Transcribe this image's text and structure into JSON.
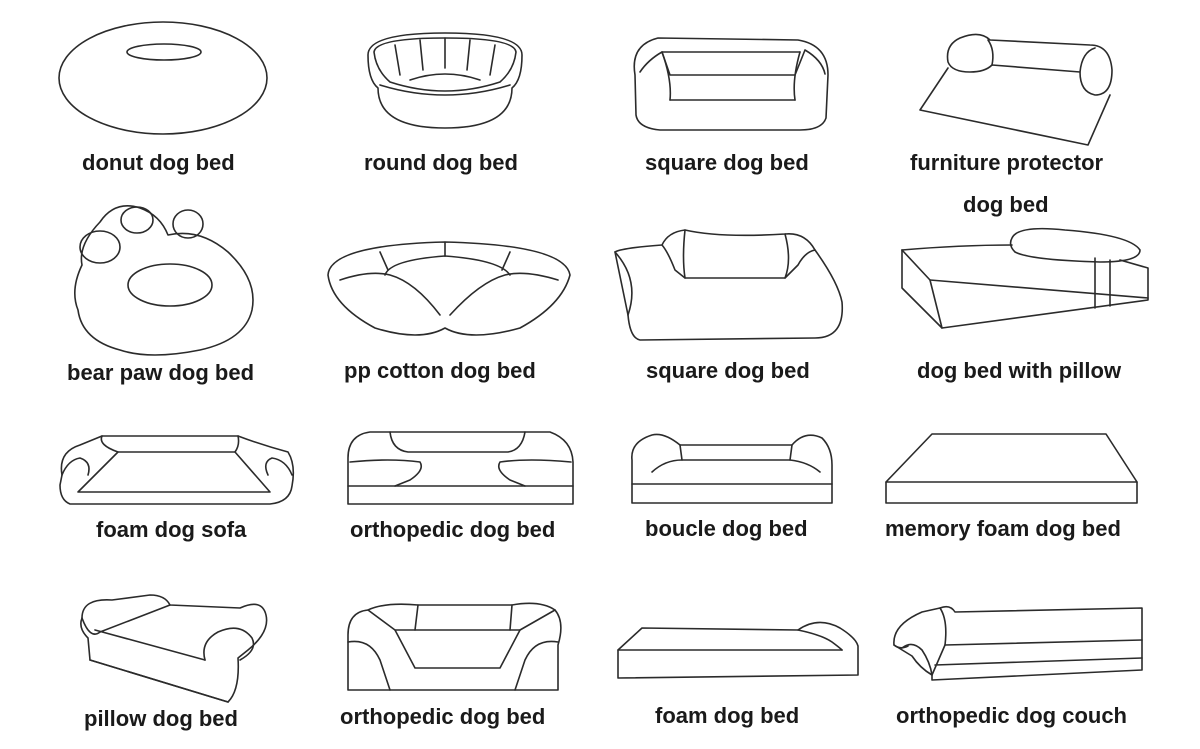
{
  "labels": {
    "donut": "donut dog bed",
    "round": "round dog bed",
    "square1": "square dog bed",
    "furniture_line1": "furniture protector",
    "furniture_line2": "dog bed",
    "bear_paw": "bear paw dog bed",
    "pp_cotton": "pp cotton dog bed",
    "square2": "square dog bed",
    "with_pillow": "dog bed with pillow",
    "foam_sofa": "foam dog sofa",
    "orthopedic1": "orthopedic dog bed",
    "boucle": "boucle dog bed",
    "memory_foam": "memory foam dog bed",
    "pillow": "pillow dog bed",
    "orthopedic2": "orthopedic dog bed",
    "foam": "foam dog bed",
    "orthopedic_couch": "orthopedic dog couch"
  }
}
